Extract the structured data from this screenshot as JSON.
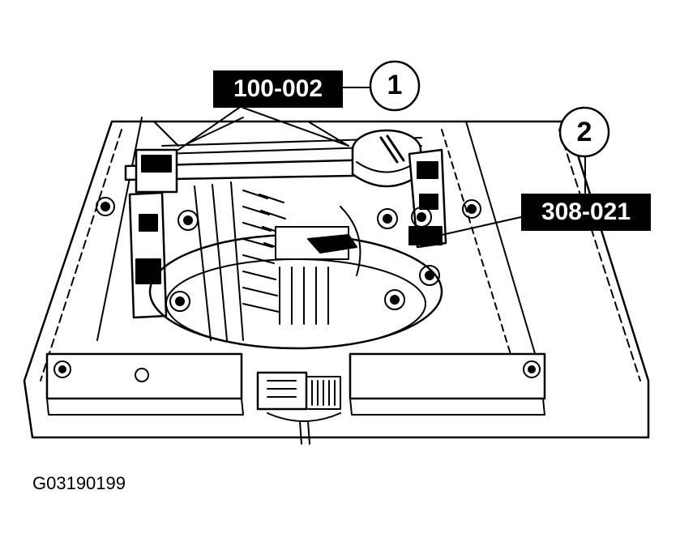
{
  "callouts": [
    {
      "number": "1",
      "tool": "100-002"
    },
    {
      "number": "2",
      "tool": "308-021"
    }
  ],
  "figure_id": "G03190199",
  "colors": {
    "ink": "#000000",
    "paper": "#ffffff"
  }
}
